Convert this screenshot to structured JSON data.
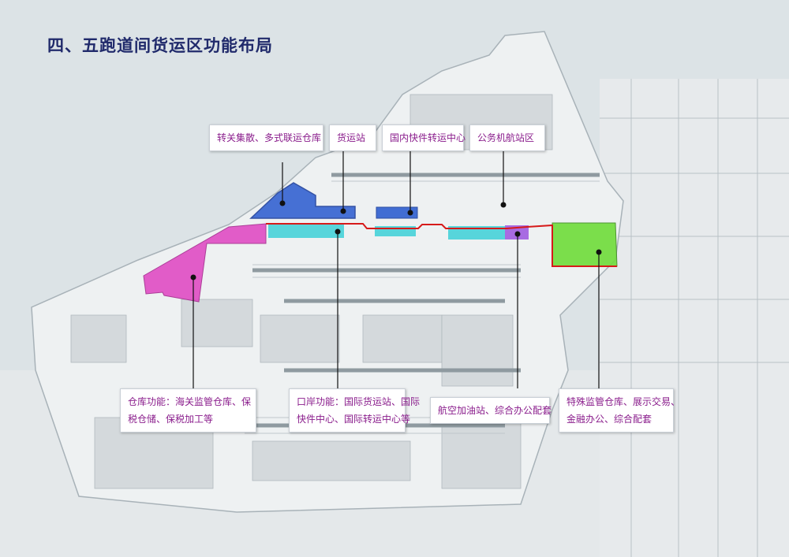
{
  "title": "四、五跑道间货运区功能布局",
  "zone_colors": {
    "transfer_multimodal": "#2f5fd0",
    "cargo_station": "#2f5fd0",
    "domestic_express": "#2f5fd0",
    "bonded_warehouse": "#e04cc4",
    "port_function": "#46d2d8",
    "fuel_office": "#a05ce0",
    "special_supervision": "#6fdc3a",
    "boundary": "#d61a1a"
  },
  "callouts": {
    "transfer_multimodal": "转关集散、多式联运仓库",
    "cargo_station": "货运站",
    "domestic_express": "国内快件转运中心",
    "business_aviation": "公务机航站区",
    "warehouse_line1": "仓库功能：海关监管仓库、保",
    "warehouse_line2": "税仓储、保税加工等",
    "port_line1": "口岸功能：国际货运站、国际",
    "port_line2": "快件中心、国际转运中心等",
    "fuel_office": "航空加油站、综合办公配套",
    "special_line1": "特殊监管仓库、展示交易、",
    "special_line2": "金融办公、综合配套"
  }
}
